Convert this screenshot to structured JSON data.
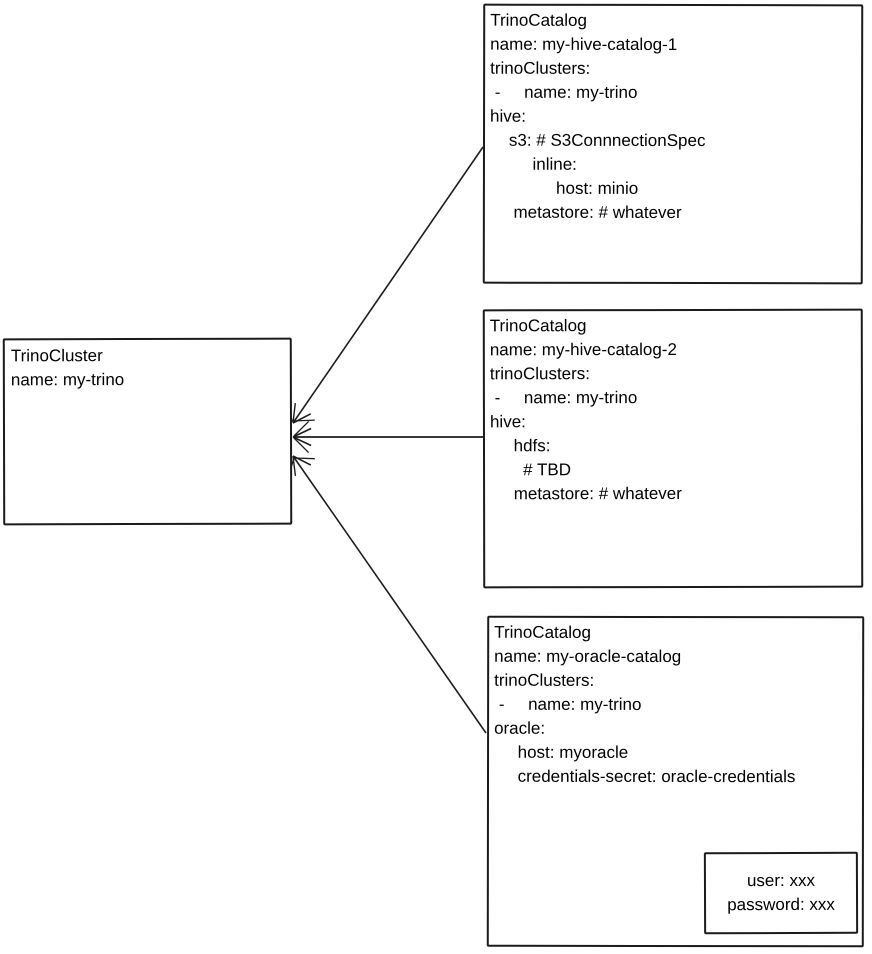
{
  "diagram": {
    "colors": {
      "stroke": "#1b1b1b",
      "text": "#000000",
      "background": "#ffffff"
    },
    "cluster_box": {
      "title": "TrinoCluster",
      "lines": [
        "TrinoCluster",
        "name: my-trino"
      ]
    },
    "catalog_boxes": [
      {
        "title": "TrinoCatalog",
        "name_value": "my-hive-catalog-1",
        "lines": [
          "TrinoCatalog",
          "name: my-hive-catalog-1",
          "trinoClusters:",
          " -     name: my-trino",
          "hive:",
          "    s3: # S3ConnnectionSpec",
          "         inline:",
          "              host: minio",
          "     metastore: # whatever"
        ]
      },
      {
        "title": "TrinoCatalog",
        "name_value": "my-hive-catalog-2",
        "lines": [
          "TrinoCatalog",
          "name: my-hive-catalog-2",
          "trinoClusters:",
          " -     name: my-trino",
          "hive:",
          "     hdfs:",
          "       # TBD",
          "     metastore: # whatever"
        ]
      },
      {
        "title": "TrinoCatalog",
        "name_value": "my-oracle-catalog",
        "lines": [
          "TrinoCatalog",
          "name: my-oracle-catalog",
          "trinoClusters:",
          " -     name: my-trino",
          "oracle:",
          "     host: myoracle",
          "     credentials-secret: oracle-credentials"
        ]
      }
    ],
    "secret_box": {
      "lines": [
        "user: xxx",
        "password: xxx"
      ]
    }
  }
}
